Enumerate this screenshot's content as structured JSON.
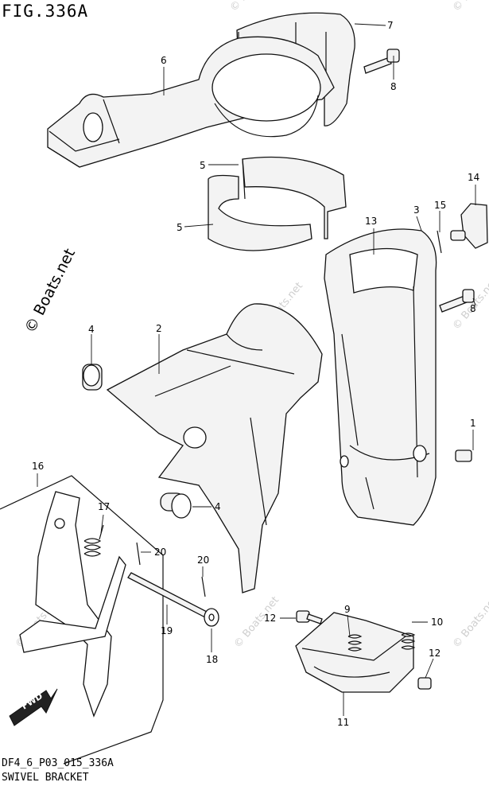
{
  "figure": {
    "title": "FIG.336A",
    "code": "DF4_6_P03_015_336A",
    "caption": "SWIVEL BRACKET",
    "watermark": "© Boats.net",
    "fwd_label": "FWD"
  },
  "callouts": [
    "1",
    "2",
    "3",
    "4",
    "4",
    "5",
    "5",
    "6",
    "7",
    "8",
    "8",
    "9",
    "10",
    "11",
    "12",
    "12",
    "13",
    "14",
    "15",
    "16",
    "17",
    "18",
    "19",
    "20",
    "20"
  ]
}
